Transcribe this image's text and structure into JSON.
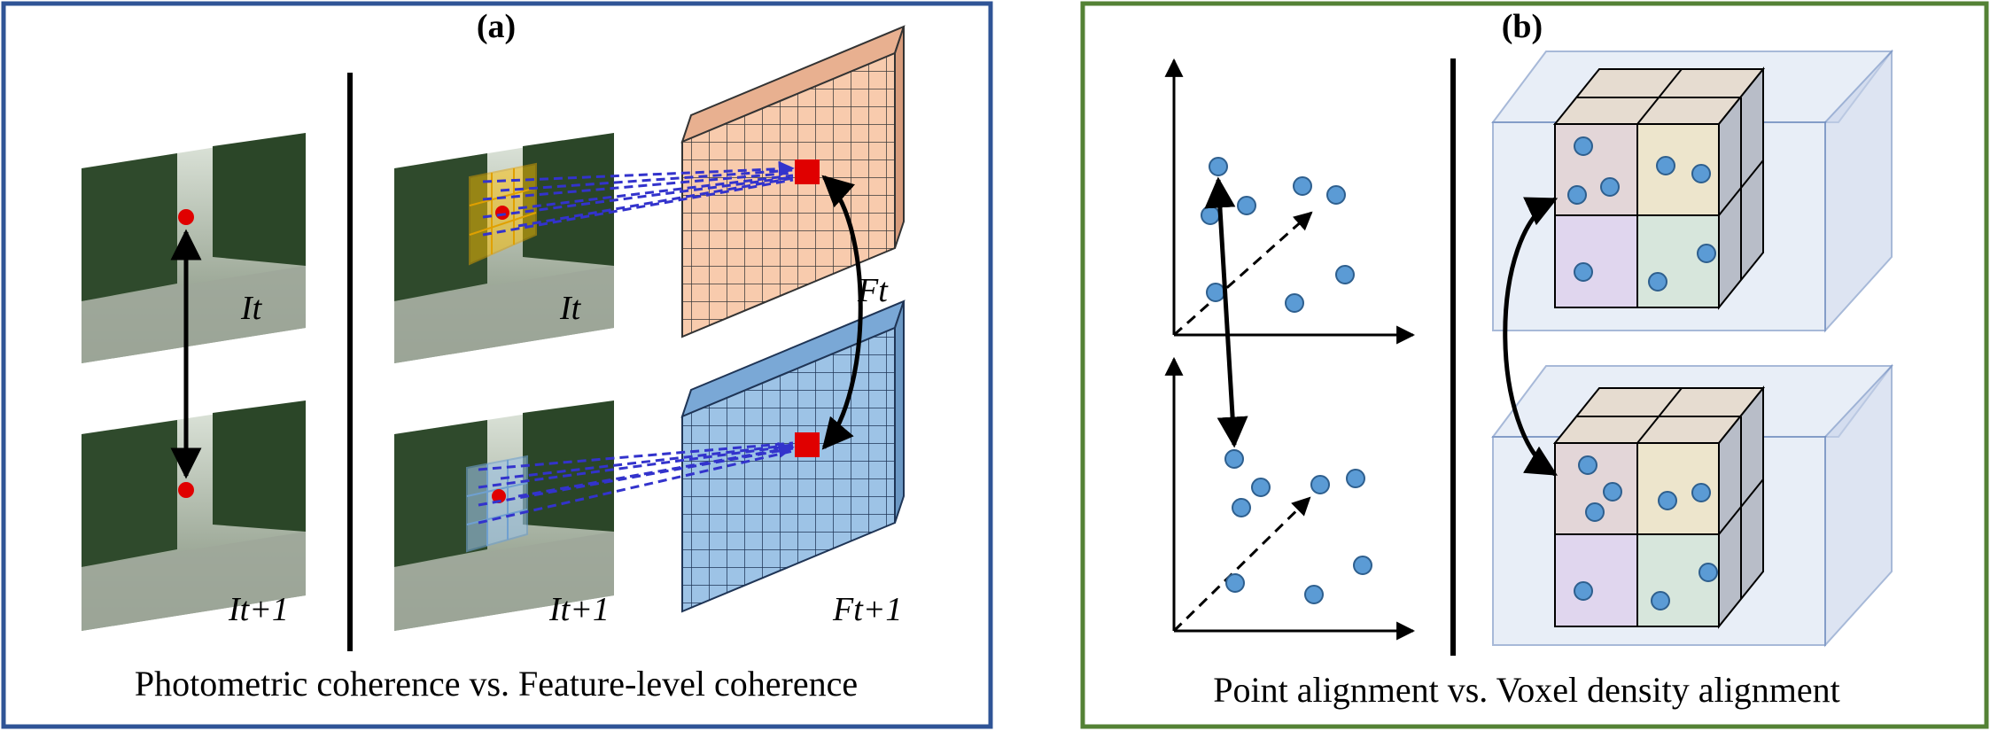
{
  "panel_a": {
    "tag": "(a)",
    "caption": "Photometric coherence vs. Feature-level coherence",
    "labels": {
      "photo_top": "It",
      "photo_bottom": "It+1",
      "feat_img_top": "It",
      "feat_img_bottom": "It+1",
      "feature_top": "Ft",
      "feature_bottom": "Ft+1"
    }
  },
  "panel_b": {
    "tag": "(b)",
    "caption": "Point alignment vs. Voxel density alignment"
  },
  "colors": {
    "panel_a_border": "#2f5496",
    "panel_b_border": "#548235",
    "feature_top_fill": "#f8cbad",
    "feature_bottom_fill": "#9dc3e6",
    "point_fill": "#5b9bd5",
    "highlight_red": "#e00000",
    "dashed_arrow": "#3333cc"
  }
}
